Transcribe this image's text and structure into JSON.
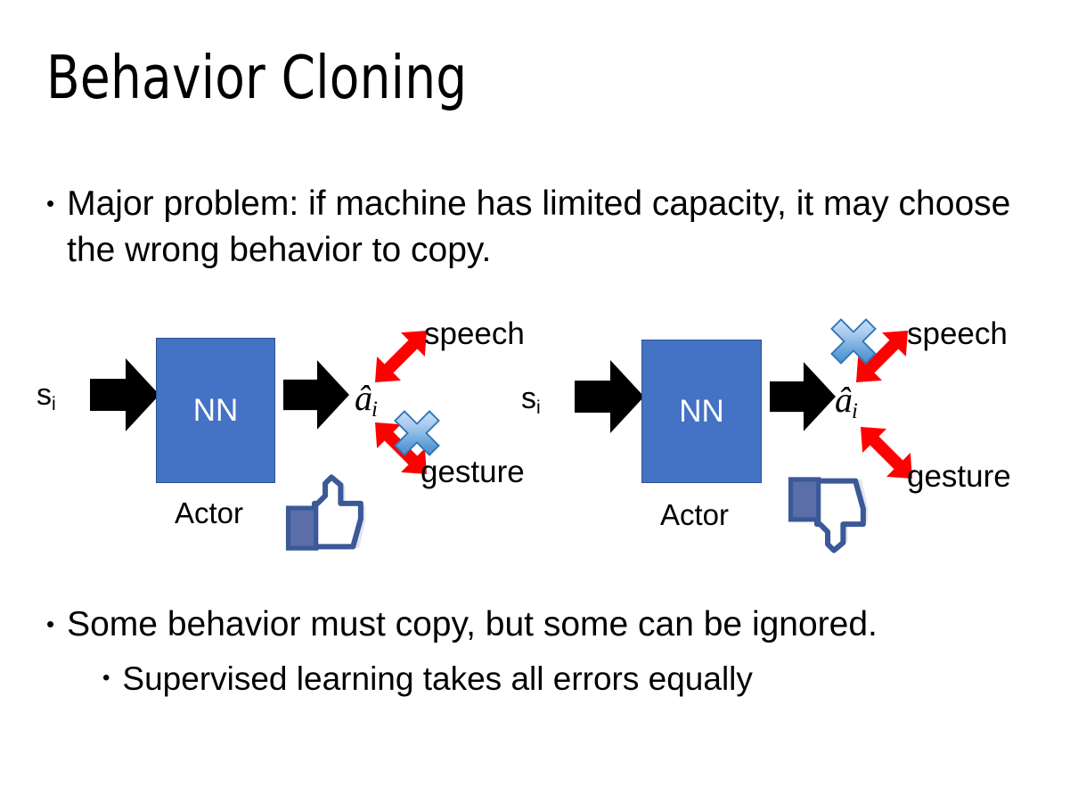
{
  "slide": {
    "title": "Behavior Cloning",
    "background_color": "#FFFFFF",
    "text_color": "#000000"
  },
  "bullets": [
    {
      "level": 1,
      "marker": "•",
      "text": "Major problem: if machine has limited capacity, it may choose the wrong behavior to copy."
    },
    {
      "level": 1,
      "marker": "•",
      "text": "Some behavior must copy, but some can be ignored."
    },
    {
      "level": 2,
      "marker": "•",
      "text": "Supervised learning takes all errors equally"
    }
  ],
  "colors": {
    "nn_box_fill": "#4472C4",
    "nn_box_border": "#2F528F",
    "arrow_black": "#000000",
    "arrow_red": "#FF0000",
    "cross_blue_light": "#CFE2F7",
    "cross_blue_mid": "#6BA4DE",
    "cross_blue_dark": "#2E75B6",
    "thumb_outline": "#3B5998",
    "thumb_cuff": "#5B6EA8",
    "thumb_fill": "#FFFFFF",
    "thumb_shade": "#E4E6EB"
  },
  "diagrams": [
    {
      "id": "left",
      "input_label": "s",
      "input_subscript": "i",
      "box_label": "NN",
      "box_caption": "Actor",
      "output_label": "â",
      "output_subscript": "i",
      "branches": [
        {
          "name": "speech",
          "label": "speech",
          "direction": "up-right",
          "crossed": false
        },
        {
          "name": "gesture",
          "label": "gesture",
          "direction": "down-right",
          "crossed": true
        }
      ],
      "feedback_icon": "thumbs-up",
      "feedback_meaning": "good"
    },
    {
      "id": "right",
      "input_label": "s",
      "input_subscript": "i",
      "box_label": "NN",
      "box_caption": "Actor",
      "output_label": "â",
      "output_subscript": "i",
      "branches": [
        {
          "name": "speech",
          "label": "speech",
          "direction": "up-right",
          "crossed": true
        },
        {
          "name": "gesture",
          "label": "gesture",
          "direction": "down-right",
          "crossed": false
        }
      ],
      "feedback_icon": "thumbs-down",
      "feedback_meaning": "bad"
    }
  ]
}
